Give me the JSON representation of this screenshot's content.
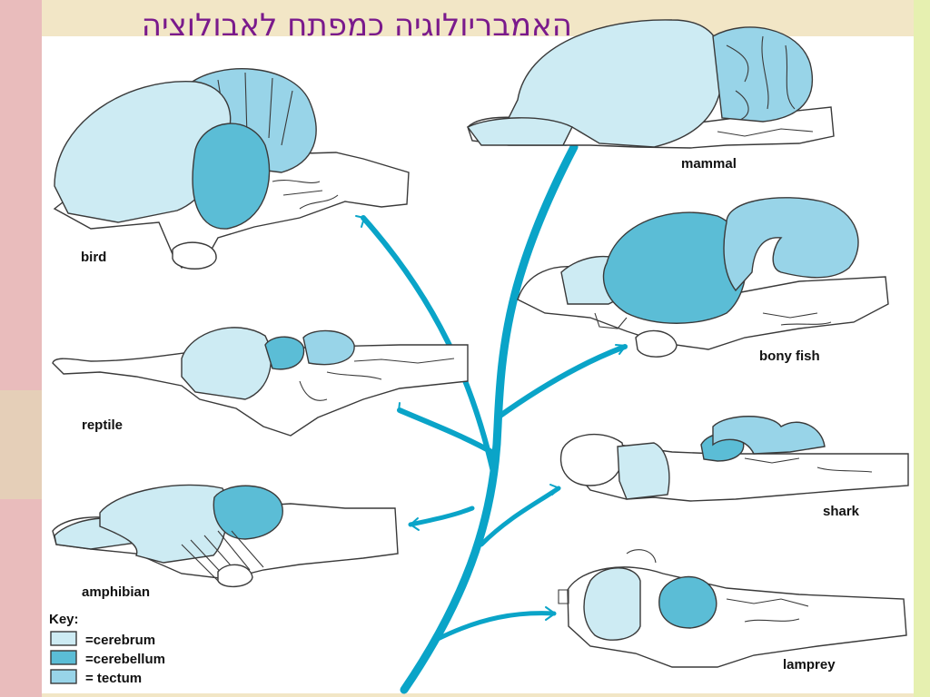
{
  "title": "האמבריולוגיה כמפתח לאבולוציה",
  "colors": {
    "title": "#7a1a8c",
    "cerebrum": "#cdebf3",
    "cerebellum": "#5bbdd6",
    "tectum": "#98d4e8",
    "tree": "#0aa4c8",
    "outline": "#3a3a3a",
    "slide_left_stripe": "#e7b9b9",
    "slide_right_stripe": "#dff0a6"
  },
  "animals": {
    "bird": "bird",
    "mammal": "mammal",
    "reptile": "reptile",
    "bony_fish": "bony fish",
    "amphibian": "amphibian",
    "shark": "shark",
    "lamprey": "lamprey"
  },
  "key": {
    "heading": "Key:",
    "cerebrum": "=cerebrum",
    "cerebellum": "=cerebellum",
    "tectum": "= tectum"
  }
}
